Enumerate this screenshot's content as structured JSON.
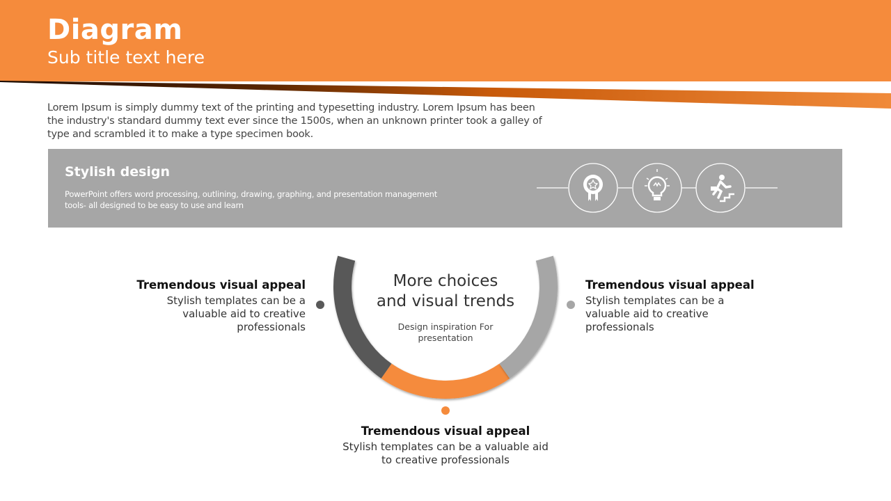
{
  "header": {
    "title": "Diagram",
    "subtitle": "Sub title text here"
  },
  "intro": "Lorem Ipsum is simply dummy text of the printing and typesetting industry. Lorem Ipsum has been the industry's standard dummy text ever since the 1500s, when an unknown printer took a galley of type and scrambled it to make a type specimen book.",
  "band": {
    "title": "Stylish design",
    "text": "PowerPoint offers word processing, outlining, drawing, graphing, and presentation management tools- all designed to be easy to use and learn",
    "icons": [
      "award-ribbon-icon",
      "lightbulb-icon",
      "climbing-stairs-businessman-icon"
    ]
  },
  "center": {
    "title_line1": "More choices",
    "title_line2": "and visual trends",
    "sub": "Design inspiration For presentation"
  },
  "features": [
    {
      "title": "Tremendous visual appeal",
      "text": "Stylish templates can be a valuable aid to creative professionals",
      "color": "#595959"
    },
    {
      "title": "Tremendous visual appeal",
      "text": "Stylish templates can be a valuable aid to creative professionals",
      "color": "#A6A6A6"
    },
    {
      "title": "Tremendous visual appeal",
      "text": "Stylish templates can be a valuable aid to creative professionals",
      "color": "#F58B3C"
    }
  ],
  "colors": {
    "accent": "#F58B3C",
    "dark": "#595959",
    "light": "#A6A6A6"
  }
}
